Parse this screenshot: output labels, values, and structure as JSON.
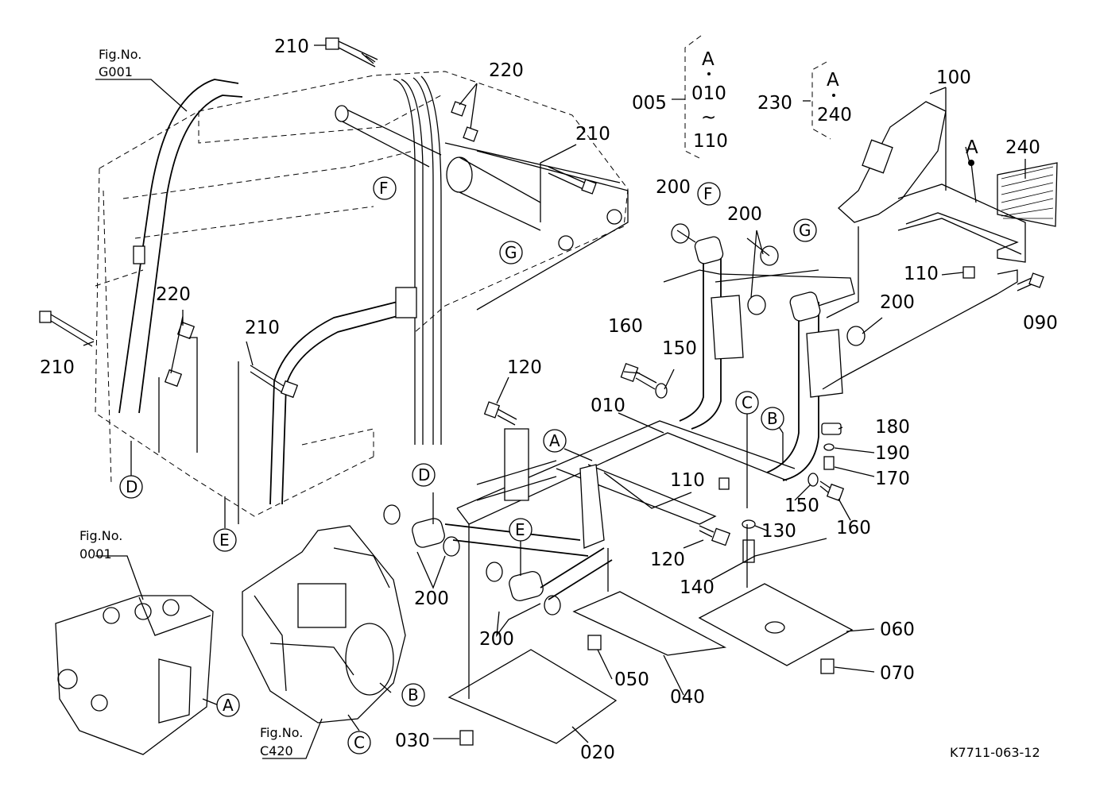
{
  "diagram_id": "K7711-063-12",
  "fig_refs": {
    "g001": {
      "line1": "Fig.No.",
      "line2": "G001"
    },
    "n0001": {
      "line1": "Fig.No.",
      "line2": "0001"
    },
    "c420": {
      "line1": "Fig.No.",
      "line2": "C420"
    }
  },
  "group_005": {
    "num": "005",
    "top": "A",
    "from": "010",
    "tilde": "~",
    "to": "110"
  },
  "group_230": {
    "num": "230",
    "top": "A",
    "to": "240"
  },
  "part_numbers": {
    "p210a": "210",
    "p220a": "220",
    "p210b": "210",
    "p210c": "210",
    "p220b": "220",
    "p210d": "210",
    "p200a": "200",
    "p200b": "200",
    "p200c": "200",
    "p200d": "200",
    "p200e": "200",
    "p100": "100",
    "p240": "240",
    "p110a": "110",
    "p090": "090",
    "p160a": "160",
    "p150a": "150",
    "p120a": "120",
    "p010": "010",
    "p180": "180",
    "p190": "190",
    "p170": "170",
    "p110b": "110",
    "p150b": "150",
    "p160b": "160",
    "p130": "130",
    "p120b": "120",
    "p140": "140",
    "p060": "060",
    "p070": "070",
    "p050": "050",
    "p040": "040",
    "p030": "030",
    "p020": "020"
  },
  "callouts": {
    "F1": "F",
    "G1": "G",
    "F2": "F",
    "G2": "G",
    "D1": "D",
    "E1": "E",
    "A1": "A",
    "B1": "B",
    "C1": "C",
    "D2": "D",
    "E2": "E",
    "C2": "C",
    "B2": "B",
    "A2": "A",
    "A3": "A"
  }
}
